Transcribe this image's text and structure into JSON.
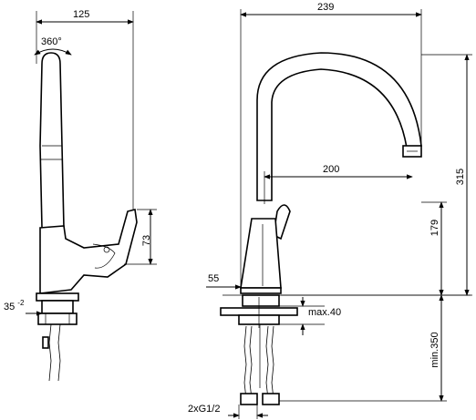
{
  "side_view": {
    "width": "125",
    "rotation": "360°",
    "lever_height": "73",
    "tilt": "35 ",
    "tilt_sup": "-2"
  },
  "front_view": {
    "width": "239",
    "spout_reach": "200",
    "total_height": "315",
    "spout_height": "179",
    "base_height": "55",
    "counter_thickness": "max.40",
    "hose_length": "min.350",
    "connection": "2xG1/2"
  }
}
